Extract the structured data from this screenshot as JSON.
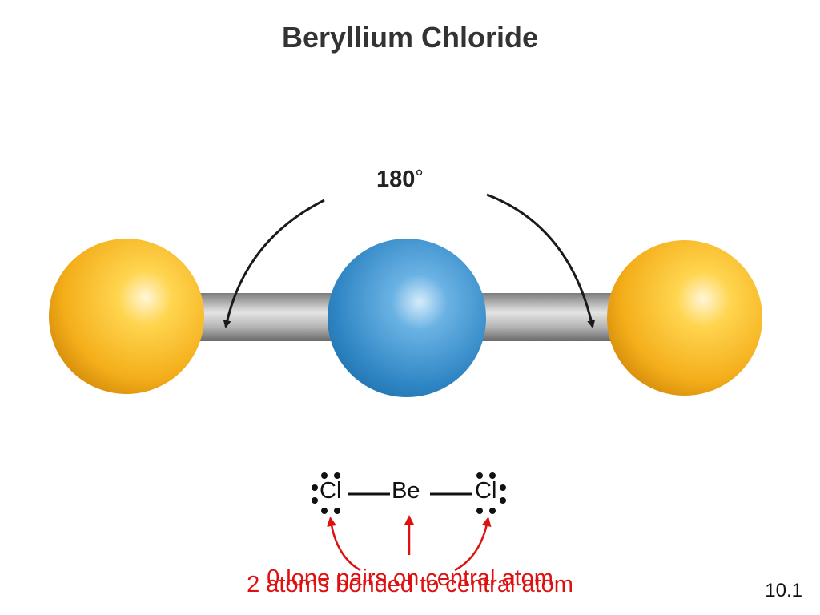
{
  "title": "Beryllium Chloride",
  "angle": {
    "value": "180",
    "unit": "°"
  },
  "molecule": {
    "terminal_atom_color": "#f5b21c",
    "central_atom_color": "#2f86c4",
    "bond_color": "#a9a9a9",
    "arrow_color": "#1a1a1a"
  },
  "lewis": {
    "left_atom": "Cl",
    "center_atom": "Be",
    "right_atom": "Cl"
  },
  "annotations": {
    "color": "#dd1111",
    "note1": "0 lone pairs on central atom",
    "note2": "2 atoms bonded to central atom"
  },
  "slide_number": "10.1"
}
